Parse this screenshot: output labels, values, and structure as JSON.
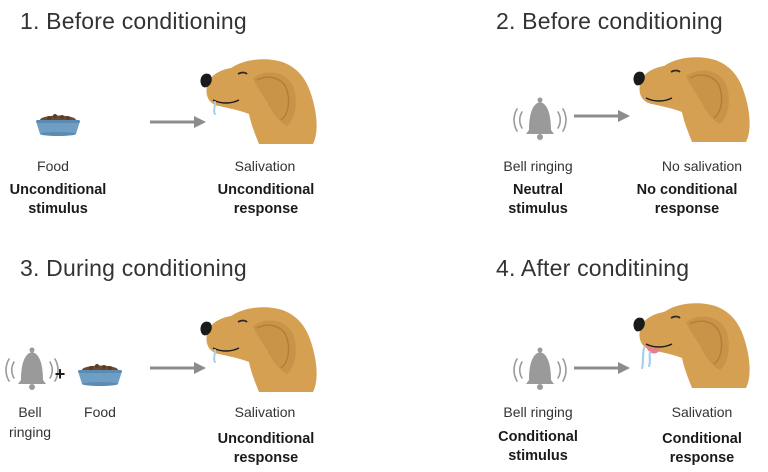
{
  "panels": [
    {
      "title": "1. Before conditioning",
      "stimulus_label": "Food",
      "stimulus_type": "Unconditional stimulus",
      "response_label": "Salivation",
      "response_type": "Unconditional response"
    },
    {
      "title": "2. Before conditioning",
      "stimulus_label": "Bell ringing",
      "stimulus_type": "Neutral stimulus",
      "response_label": "No salivation",
      "response_type": "No conditional response"
    },
    {
      "title": "3. During conditioning",
      "stimulus_label_a": "Bell ringing",
      "plus_sign": "+",
      "stimulus_label_b": "Food",
      "response_label": "Salivation",
      "response_type": "Unconditional response"
    },
    {
      "title": "4. After conditining",
      "stimulus_label": "Bell ringing",
      "stimulus_type": "Conditional stimulus",
      "response_label": "Salivation",
      "response_type": "Conditional response"
    }
  ],
  "icons": {
    "food": "food-bowl-icon",
    "bell": "bell-ringing-icon",
    "arrow": "arrow-right-icon",
    "dog": "dog-head-icon"
  },
  "colors": {
    "dog_fur": "#d6a052",
    "dog_shade": "#bf8a3f",
    "bowl": "#6f9ec5",
    "food": "#6b4a2f",
    "bell": "#9a9a9a",
    "arrow": "#8c8c8c",
    "drool": "#a7cfe9",
    "tongue": "#e57f88"
  }
}
